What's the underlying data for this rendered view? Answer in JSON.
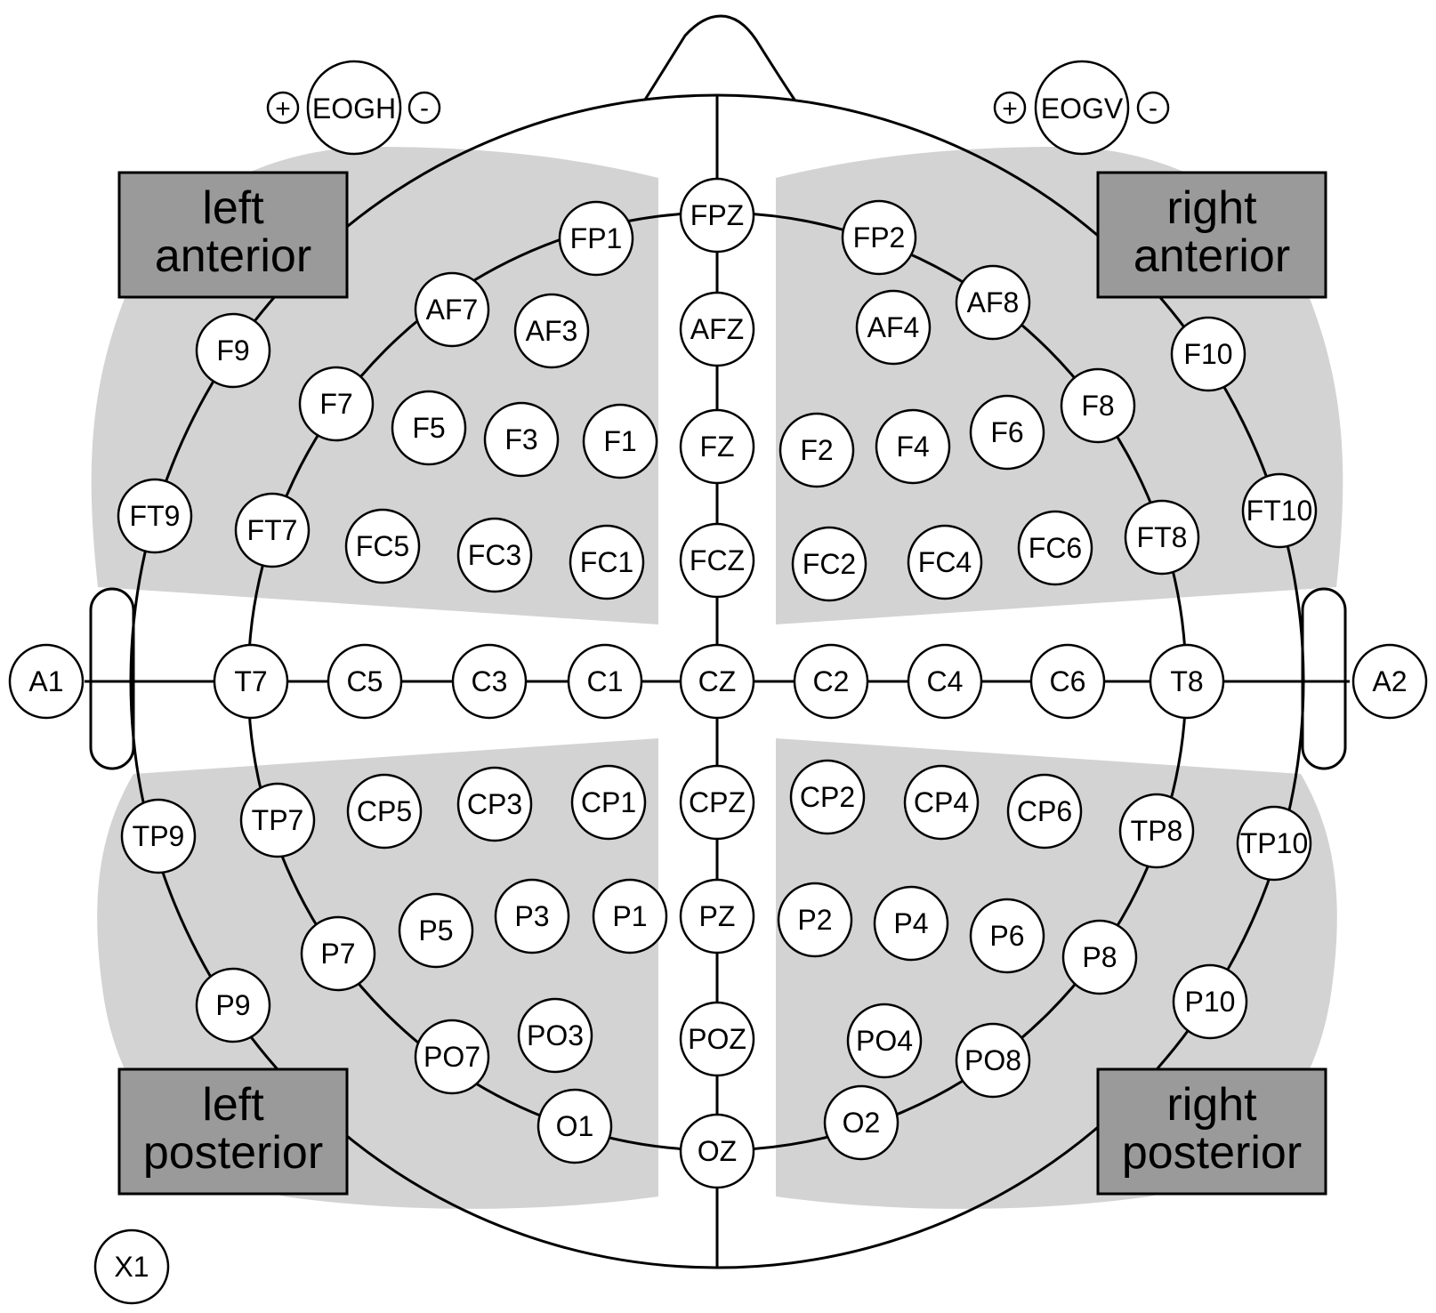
{
  "colors": {
    "shade": "#d3d3d3",
    "region_box": "#9a9a9a",
    "line": "#000000",
    "electrode_fill": "#ffffff"
  },
  "regions": {
    "left_anterior": [
      "left",
      "anterior"
    ],
    "right_anterior": [
      "right",
      "anterior"
    ],
    "left_posterior": [
      "left",
      "posterior"
    ],
    "right_posterior": [
      "right",
      "posterior"
    ]
  },
  "eog": {
    "horizontal": {
      "label": "EOGH",
      "plus": "+",
      "minus": "-"
    },
    "vertical": {
      "label": "EOGV",
      "plus": "+",
      "minus": "-"
    }
  },
  "electrodes": {
    "FPZ": "FPZ",
    "FP1": "FP1",
    "FP2": "FP2",
    "AF7": "AF7",
    "AF3": "AF3",
    "AFZ": "AFZ",
    "AF4": "AF4",
    "AF8": "AF8",
    "F9": "F9",
    "F7": "F7",
    "F5": "F5",
    "F3": "F3",
    "F1": "F1",
    "FZ": "FZ",
    "F2": "F2",
    "F4": "F4",
    "F6": "F6",
    "F8": "F8",
    "F10": "F10",
    "FT9": "FT9",
    "FT7": "FT7",
    "FC5": "FC5",
    "FC3": "FC3",
    "FC1": "FC1",
    "FCZ": "FCZ",
    "FC2": "FC2",
    "FC4": "FC4",
    "FC6": "FC6",
    "FT8": "FT8",
    "FT10": "FT10",
    "A1": "A1",
    "T7": "T7",
    "C5": "C5",
    "C3": "C3",
    "C1": "C1",
    "CZ": "CZ",
    "C2": "C2",
    "C4": "C4",
    "C6": "C6",
    "T8": "T8",
    "A2": "A2",
    "TP9": "TP9",
    "TP7": "TP7",
    "CP5": "CP5",
    "CP3": "CP3",
    "CP1": "CP1",
    "CPZ": "CPZ",
    "CP2": "CP2",
    "CP4": "CP4",
    "CP6": "CP6",
    "TP8": "TP8",
    "TP10": "TP10",
    "P9": "P9",
    "P7": "P7",
    "P5": "P5",
    "P3": "P3",
    "P1": "P1",
    "PZ": "PZ",
    "P2": "P2",
    "P4": "P4",
    "P6": "P6",
    "P8": "P8",
    "P10": "P10",
    "PO7": "PO7",
    "PO3": "PO3",
    "POZ": "POZ",
    "PO4": "PO4",
    "PO8": "PO8",
    "O1": "O1",
    "OZ": "OZ",
    "O2": "O2",
    "X1": "X1"
  }
}
